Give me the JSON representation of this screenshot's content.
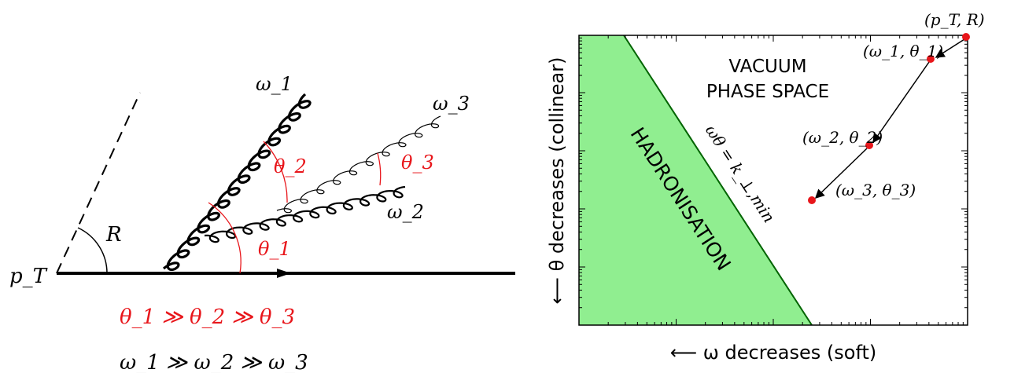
{
  "colors": {
    "red": "#e8161b",
    "hadronisation_fill": "#90ee90",
    "boundary_line": "#006400",
    "black": "#000000"
  },
  "left": {
    "pt_label": "p_T",
    "R_label": "R",
    "omega1": "ω_1",
    "omega2": "ω_2",
    "omega3": "ω_3",
    "theta1": "θ_1",
    "theta2": "θ_2",
    "theta3": "θ_3",
    "theta_order": "θ_1 ≫ θ_2 ≫ θ_3",
    "omega_order": "ω_1 ≫ ω_2 ≫ ω_3"
  },
  "right": {
    "vacuum_line1": "VACUUM",
    "vacuum_line2": "PHASE SPACE",
    "hadronisation": "HADRONISATION",
    "boundary_label": "ωθ = k_⊥,min",
    "xlabel": "⟵ ω decreases (soft)",
    "ylabel": "⟵ θ decreases (collinear)",
    "points": [
      {
        "label": "(p_T, R)"
      },
      {
        "label": "(ω_1, θ_1)"
      },
      {
        "label": "(ω_2, θ_2)"
      },
      {
        "label": "(ω_3, θ_3)"
      }
    ]
  }
}
